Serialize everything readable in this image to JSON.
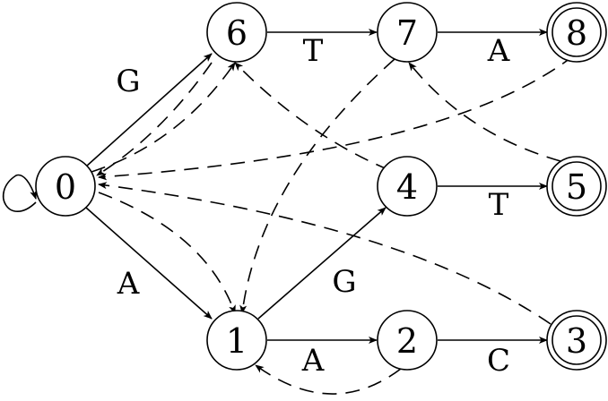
{
  "diagram": {
    "nodes": [
      {
        "id": "0",
        "label": "0",
        "accepting": false
      },
      {
        "id": "1",
        "label": "1",
        "accepting": false
      },
      {
        "id": "2",
        "label": "2",
        "accepting": false
      },
      {
        "id": "3",
        "label": "3",
        "accepting": true
      },
      {
        "id": "4",
        "label": "4",
        "accepting": false
      },
      {
        "id": "5",
        "label": "5",
        "accepting": true
      },
      {
        "id": "6",
        "label": "6",
        "accepting": false
      },
      {
        "id": "7",
        "label": "7",
        "accepting": false
      },
      {
        "id": "8",
        "label": "8",
        "accepting": true
      }
    ],
    "transitions": [
      {
        "from": "0",
        "to": "0",
        "label": "",
        "style": "solid"
      },
      {
        "from": "0",
        "to": "6",
        "label": "G",
        "style": "solid"
      },
      {
        "from": "0",
        "to": "1",
        "label": "A",
        "style": "solid"
      },
      {
        "from": "6",
        "to": "7",
        "label": "T",
        "style": "solid"
      },
      {
        "from": "7",
        "to": "8",
        "label": "A",
        "style": "solid"
      },
      {
        "from": "1",
        "to": "4",
        "label": "G",
        "style": "solid"
      },
      {
        "from": "1",
        "to": "2",
        "label": "A",
        "style": "solid"
      },
      {
        "from": "2",
        "to": "3",
        "label": "C",
        "style": "solid"
      },
      {
        "from": "4",
        "to": "5",
        "label": "T",
        "style": "solid"
      }
    ],
    "failure_links": [
      {
        "from": "6",
        "to": "0"
      },
      {
        "from": "0",
        "to": "6"
      },
      {
        "from": "8",
        "to": "0"
      },
      {
        "from": "4",
        "to": "6"
      },
      {
        "from": "5",
        "to": "7"
      },
      {
        "from": "3",
        "to": "0"
      },
      {
        "from": "0",
        "to": "1"
      },
      {
        "from": "7",
        "to": "1"
      },
      {
        "from": "2",
        "to": "1"
      }
    ]
  }
}
